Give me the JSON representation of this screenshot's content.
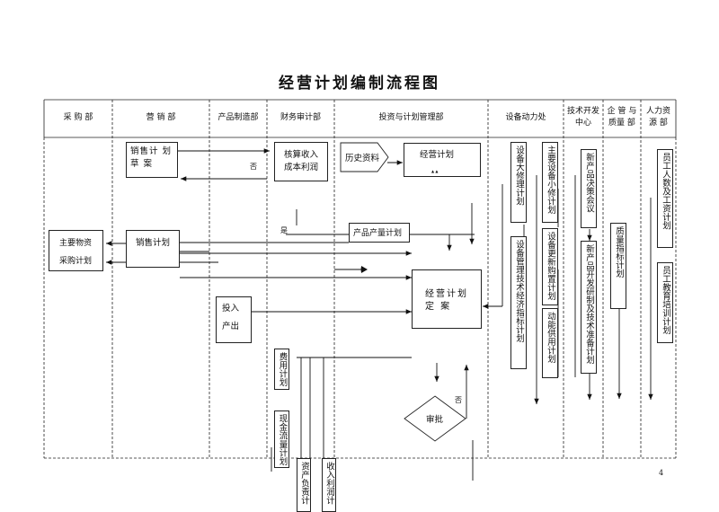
{
  "title": "经营计划编制流程图",
  "columns": [
    {
      "id": "purchasing",
      "label": "采 购 部"
    },
    {
      "id": "sales",
      "label": "营 销 部"
    },
    {
      "id": "manufacturing",
      "label": "产品制造部"
    },
    {
      "id": "finance",
      "label": "财务审计部"
    },
    {
      "id": "investment",
      "label": "投资与计划管理部"
    },
    {
      "id": "equipment",
      "label": "设备动力处"
    },
    {
      "id": "tech",
      "label": "技术开发\n中心"
    },
    {
      "id": "quality",
      "label": "企 管 与\n质量 部"
    },
    {
      "id": "hr",
      "label": "人力资\n源 部"
    }
  ],
  "nodes": {
    "sales_draft": "销售计 划\n草   案",
    "cost_income": "核算收入\n成本利润",
    "history": "历史资料",
    "business_plan": "经营计划",
    "purchase_plan": "主要物资\n采购计划",
    "sales_plan": "销售计划",
    "output_plan": "产品产量计划",
    "final_plan": "经营计划\n定    案",
    "input_output": "投入\n产出",
    "expense_plan": "费用计划",
    "cashflow_plan": "现金流量计划",
    "balance_plan": "资产负责计",
    "income_plan": "收入利润计",
    "approve": "审批",
    "overhaul_plan": "设备大修理计划",
    "minor_repair_plan": "主要设备小修计划",
    "tech_econ_plan": "设备管理技术经济指标计划",
    "renewal_plan": "设备更新购置计划",
    "energy_plan": "动能供用计划",
    "new_product_meeting": "新产品决策会议",
    "new_product_dev_plan": "新产品开发研制及技术准备计划",
    "quality_plan": "质量指标计划",
    "staff_wage_plan": "员工人数及工资计划",
    "staff_training_plan": "员工教育培训计划"
  },
  "labels": {
    "no1": "否",
    "yes1": "是",
    "no2": "否",
    "tiny_mark": "▲ ▲"
  },
  "page_number": "4"
}
